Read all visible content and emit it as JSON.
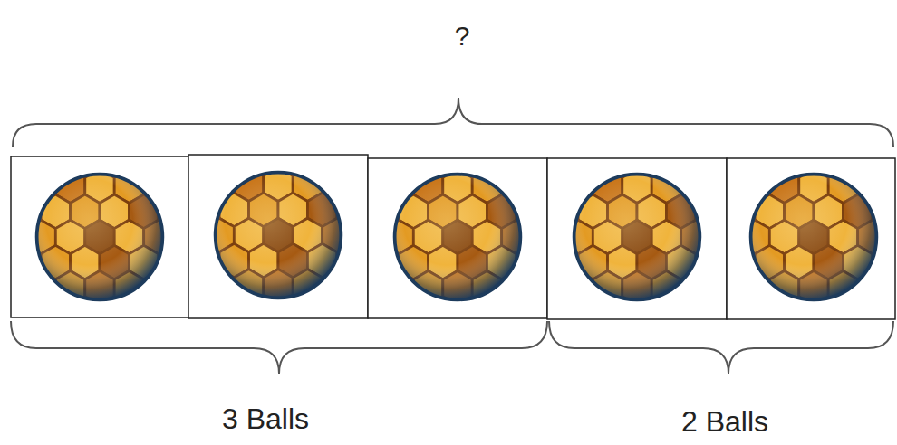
{
  "diagram": {
    "labels": [
      "?",
      "3 Balls",
      "2 Balls"
    ]
  }
}
